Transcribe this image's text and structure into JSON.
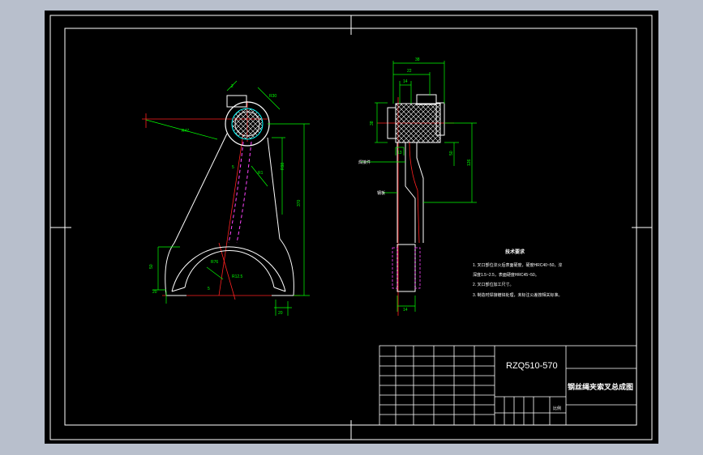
{
  "drawing": {
    "part_number": "RZQ510-570",
    "part_name": "钢丝绳夹索叉总成图",
    "title_block_note": "比例",
    "tech_req_title": "技术要求",
    "tech_req_lines": [
      "1. 叉口部位淬火后表面硬度，硬度HRC40~50，淬",
      "深度1.5~2.5，表面硬度HRC45~50。",
      "2. 叉口部位加工尺寸。",
      "3. 制造时焊接镀锌处理，未标注公差按相关标准。"
    ],
    "side_view_label": "焊接件",
    "side_view_label2": "钢板",
    "colors": {
      "background": "#000000",
      "frame": "#ffffff",
      "part_outline": "#ffffff",
      "dimension": "#00ff00",
      "centerline": "#ff2020",
      "hidden": "#ff44ff",
      "hatch": "#ffffff",
      "cad_chrome": "#b8bfcc"
    }
  }
}
